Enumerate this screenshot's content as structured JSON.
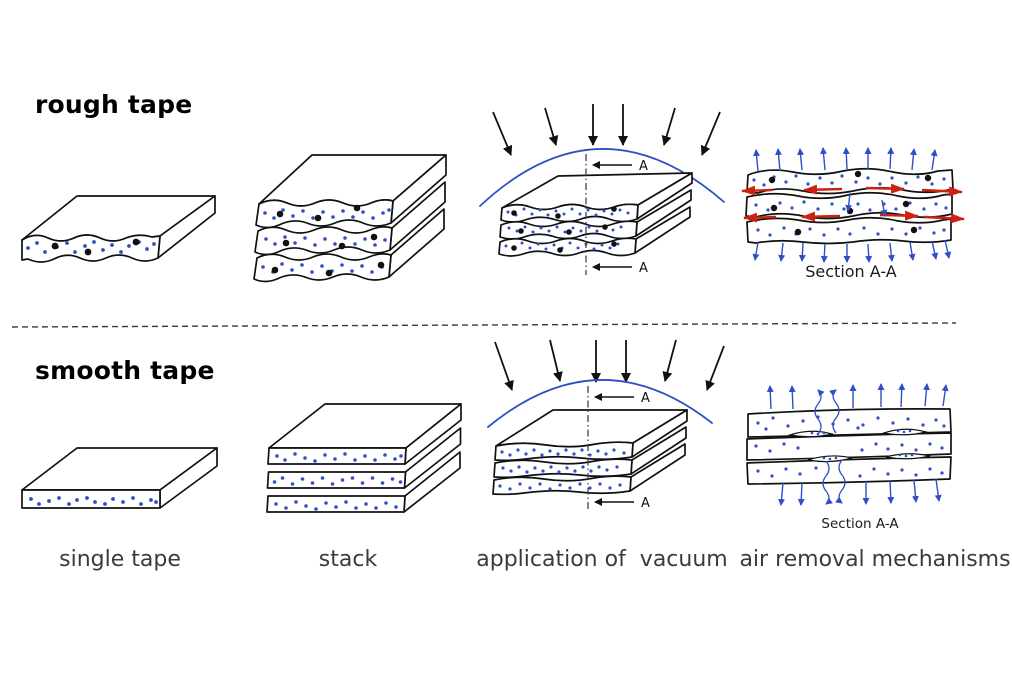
{
  "diagram": {
    "rows": [
      {
        "id": "rough",
        "title": "rough tape"
      },
      {
        "id": "smooth",
        "title": "smooth tape"
      }
    ],
    "columns": [
      {
        "label": "single tape"
      },
      {
        "label": "stack"
      },
      {
        "label": "application of  vacuum"
      },
      {
        "label": "air removal mechanisms"
      }
    ],
    "section_view": {
      "rough_label": "Section A-A",
      "smooth_label": "Section A-A",
      "cut_marker": "A"
    }
  },
  "colors": {
    "air_blue": "#2e4fc6",
    "channel_red": "#cc2211",
    "ink": "#111111",
    "caption_text": "#3b3b3b"
  }
}
